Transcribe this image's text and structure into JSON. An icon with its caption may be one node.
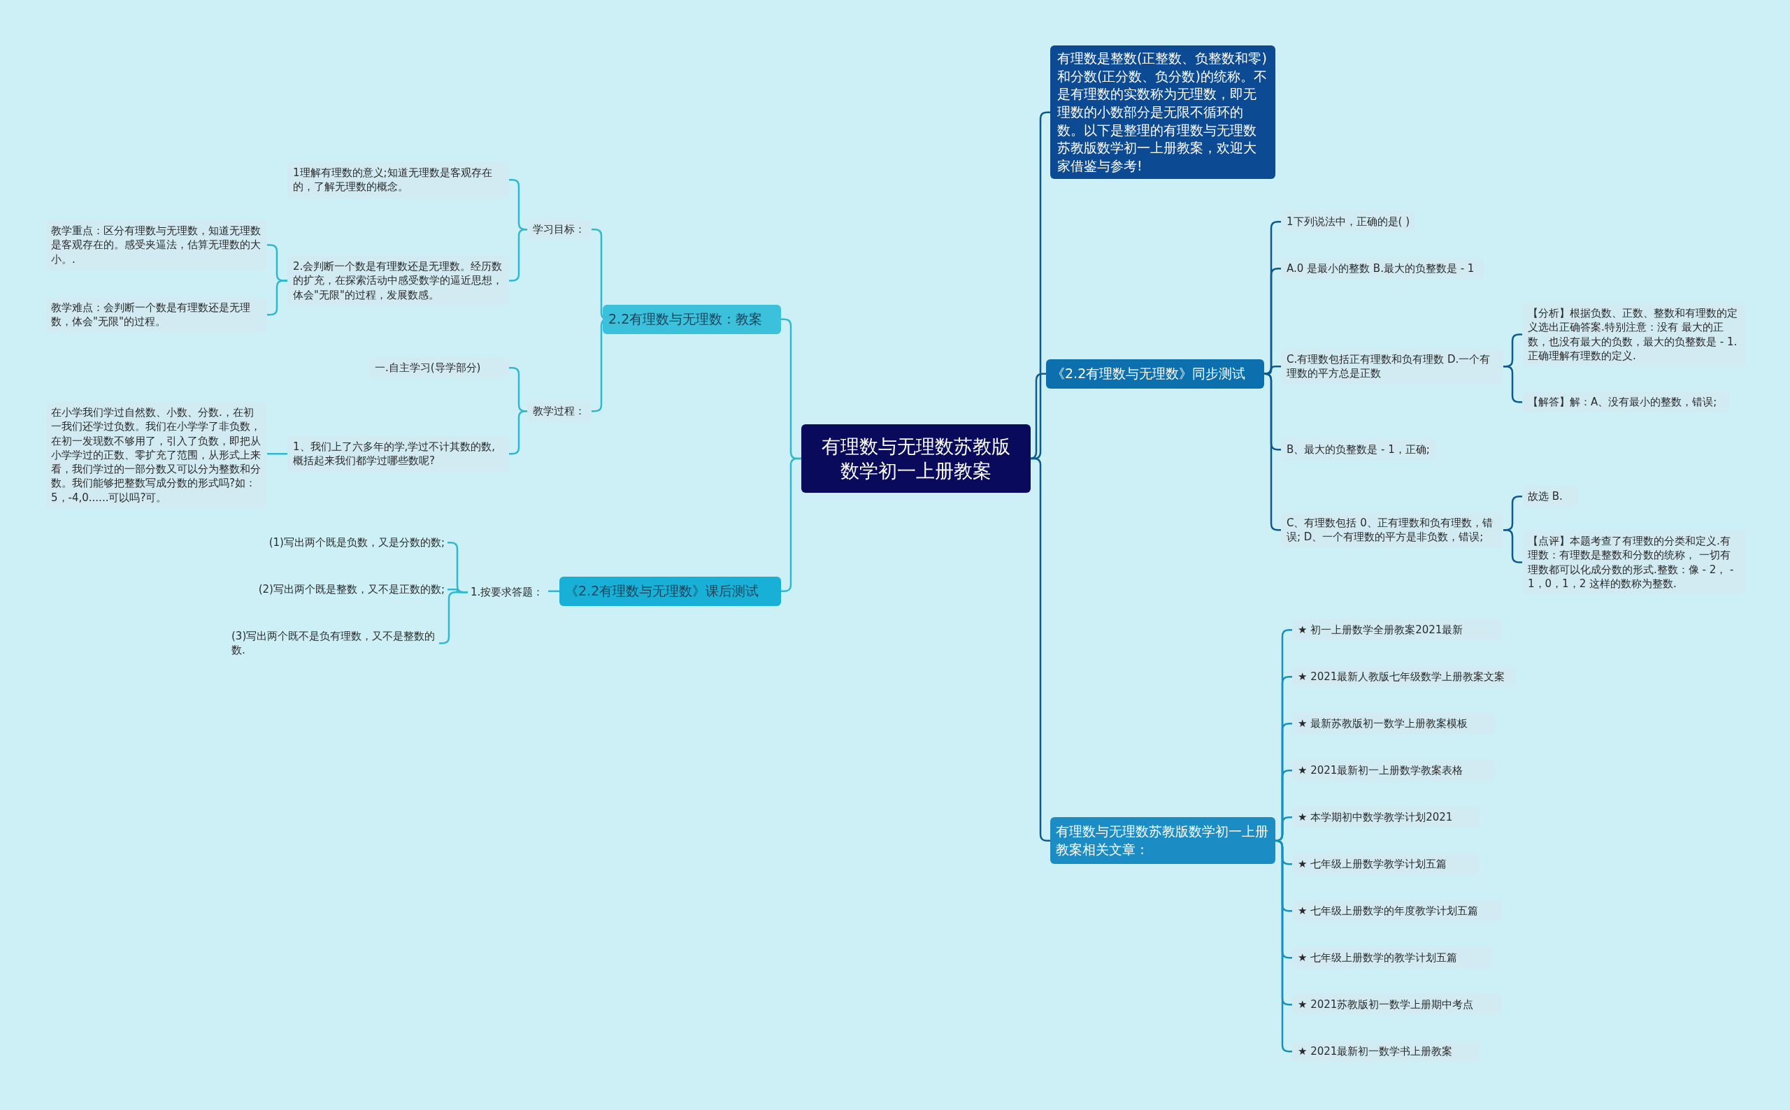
{
  "diagram": {
    "nodes": [
      {
        "text": [
          "有理数与无理数苏教版数学初一上册教案"
        ]
      },
      {
        "text": [
          "有理数是整数(正整数、负整数和零)和分数(正分数、负分数)的统称。不是有理数的实数称为无理数，即无理数的小数部分是无限不循环的数。以下是整理的有理数与无理数苏教版数学初一上册教案，欢迎大家借鉴与参考!"
        ]
      },
      {
        "text": [
          "《2.2有理数与无理数》同步测试"
        ]
      },
      {
        "text": [
          "1下列说法中，正确的是( )"
        ]
      },
      {
        "text": [
          "A.0 是最小的整数 B.最大的负整数是 - 1"
        ]
      },
      {
        "text": [
          "C.有理数包括正有理数和负有理数 D.一个有理数的平方总是正数"
        ]
      },
      {
        "text": [
          "【分析】根据负数、正数、整数和有理数的定义选出正确答案.特别注意：没有 最大的正数，也没有最大的负数，最大的负整数是 - 1.正确理解有理数的定义."
        ]
      },
      {
        "text": [
          "【解答】解：A、没有最小的整数，错误;"
        ]
      },
      {
        "text": [
          "B、最大的负整数是 - 1，正确;"
        ]
      },
      {
        "text": [
          "C、有理数包括 0、正有理数和负有理数，错误; D、一个有理数的平方是非负数，错误;"
        ]
      },
      {
        "text": [
          "故选 B."
        ]
      },
      {
        "text": [
          "【点评】本题考查了有理数的分类和定义.有理数：有理数是整数和分数的统称， 一切有理数都可以化成分数的形式.整数：像 - 2， - 1，0，1，2 这样的数称为整数."
        ]
      },
      {
        "text": [
          "有理数与无理数苏教版数学初一上册教案相关文章："
        ]
      },
      {
        "text": [
          "★ 初一上册数学全册教案2021最新"
        ]
      },
      {
        "text": [
          "★ 2021最新人教版七年级数学上册教案文案"
        ]
      },
      {
        "text": [
          "★ 最新苏教版初一数学上册教案模板"
        ]
      },
      {
        "text": [
          "★ 2021最新初一上册数学教案表格"
        ]
      },
      {
        "text": [
          "★ 本学期初中数学教学计划2021"
        ]
      },
      {
        "text": [
          "★ 七年级上册数学教学计划五篇"
        ]
      },
      {
        "text": [
          "★ 七年级上册数学的年度教学计划五篇"
        ]
      },
      {
        "text": [
          "★ 七年级上册数学的教学计划五篇"
        ]
      },
      {
        "text": [
          "★ 2021苏教版初一数学上册期中考点"
        ]
      },
      {
        "text": [
          "★ 2021最新初一数学书上册教案"
        ]
      },
      {
        "text": [
          "2.2有理数与无理数：教案"
        ]
      },
      {
        "text": [
          "学习目标："
        ]
      },
      {
        "text": [
          "1理解有理数的意义;知道无理数是客观存在的，了解无理数的概念。"
        ]
      },
      {
        "text": [
          "2.会判断一个数是有理数还是无理数。经历数的扩充，在探索活动中感受数学的逼近思想，体会\"无限\"的过程，发展数感。"
        ]
      },
      {
        "text": [
          "教学重点：区分有理数与无理数，知道无理数是客观存在的。感受夹逼法，估算无理数的大小。."
        ]
      },
      {
        "text": [
          "教学难点：会判断一个数是有理数还是无理数，体会\"无限\"的过程。"
        ]
      },
      {
        "text": [
          "教学过程："
        ]
      },
      {
        "text": [
          "一.自主学习(导学部分)"
        ]
      },
      {
        "text": [
          "1、我们上了六多年的学,学过不计其数的数,概括起来我们都学过哪些数呢?"
        ]
      },
      {
        "text": [
          "在小学我们学过自然数、小数、分数.，在初一我们还学过负数。我们在小学学了非负数，在初一发现数不够用了，引入了负数，即把从小学学过的正数、零扩充了范围，从形式上来看，我们学过的一部分数又可以分为整数和分数。我们能够把整数写成分数的形式吗?如：5，-4,0......可以吗?可。"
        ]
      },
      {
        "text": [
          "《2.2有理数与无理数》课后测试"
        ]
      },
      {
        "text": [
          "1.按要求答题："
        ]
      },
      {
        "text": [
          "(1)写出两个既是负数，又是分数的数;"
        ]
      },
      {
        "text": [
          "(2)写出两个既是整数，又不是正数的数;"
        ]
      },
      {
        "text": [
          "(3)写出两个既不是负有理数，又不是整数的数."
        ]
      }
    ],
    "edges": [
      {
        "from": 0,
        "to": 1,
        "arrow": "none",
        "color": "#0b5a92"
      },
      {
        "from": 0,
        "to": 2,
        "arrow": "none",
        "color": "#0b5a92"
      },
      {
        "from": 0,
        "to": 12,
        "arrow": "none",
        "color": "#0b5a92"
      },
      {
        "from": 2,
        "to": 3,
        "arrow": "none",
        "color": "#0b5a92"
      },
      {
        "from": 2,
        "to": 4,
        "arrow": "none",
        "color": "#0b5a92"
      },
      {
        "from": 2,
        "to": 5,
        "arrow": "none",
        "color": "#0b5a92"
      },
      {
        "from": 2,
        "to": 8,
        "arrow": "none",
        "color": "#0b5a92"
      },
      {
        "from": 2,
        "to": 9,
        "arrow": "none",
        "color": "#0b5a92"
      },
      {
        "from": 5,
        "to": 6,
        "arrow": "none",
        "color": "#0b5a92"
      },
      {
        "from": 5,
        "to": 7,
        "arrow": "none",
        "color": "#0b5a92"
      },
      {
        "from": 9,
        "to": 10,
        "arrow": "none",
        "color": "#0b5a92"
      },
      {
        "from": 9,
        "to": 11,
        "arrow": "none",
        "color": "#0b5a92"
      },
      {
        "from": 12,
        "to": 13,
        "arrow": "none",
        "color": "#1590c2"
      },
      {
        "from": 12,
        "to": 14,
        "arrow": "none",
        "color": "#1590c2"
      },
      {
        "from": 12,
        "to": 15,
        "arrow": "none",
        "color": "#1590c2"
      },
      {
        "from": 12,
        "to": 16,
        "arrow": "none",
        "color": "#1590c2"
      },
      {
        "from": 12,
        "to": 17,
        "arrow": "none",
        "color": "#1590c2"
      },
      {
        "from": 12,
        "to": 18,
        "arrow": "none",
        "color": "#1590c2"
      },
      {
        "from": 12,
        "to": 19,
        "arrow": "none",
        "color": "#1590c2"
      },
      {
        "from": 12,
        "to": 20,
        "arrow": "none",
        "color": "#1590c2"
      },
      {
        "from": 12,
        "to": 21,
        "arrow": "none",
        "color": "#1590c2"
      },
      {
        "from": 12,
        "to": 22,
        "arrow": "none",
        "color": "#1590c2"
      },
      {
        "from": 0,
        "to": 23,
        "arrow": "none"
      },
      {
        "from": 23,
        "to": 24,
        "arrow": "none"
      },
      {
        "from": 24,
        "to": 25,
        "arrow": "none"
      },
      {
        "from": 24,
        "to": 26,
        "arrow": "none"
      },
      {
        "from": 26,
        "to": 27,
        "arrow": "none"
      },
      {
        "from": 26,
        "to": 28,
        "arrow": "none"
      },
      {
        "from": 23,
        "to": 29,
        "arrow": "none"
      },
      {
        "from": 29,
        "to": 30,
        "arrow": "none"
      },
      {
        "from": 29,
        "to": 31,
        "arrow": "none"
      },
      {
        "from": 31,
        "to": 32,
        "arrow": "none"
      },
      {
        "from": 0,
        "to": 33,
        "arrow": "none"
      },
      {
        "from": 33,
        "to": 34,
        "arrow": "none"
      },
      {
        "from": 34,
        "to": 35,
        "arrow": "none"
      },
      {
        "from": 34,
        "to": 36,
        "arrow": "none"
      },
      {
        "from": 34,
        "to": 37,
        "arrow": "none"
      }
    ]
  }
}
